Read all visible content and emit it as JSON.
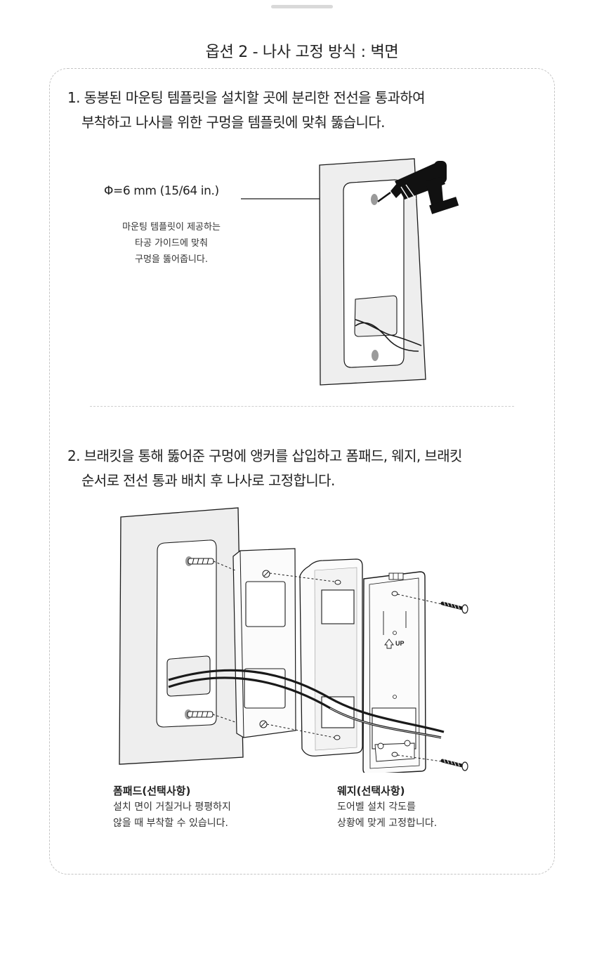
{
  "page": {
    "title": "옵션 2 - 나사 고정 방식 : 벽면"
  },
  "step1": {
    "line1": "1. 동봉된 마운팅 템플릿을 설치할 곳에 분리한 전선을 통과하여",
    "line2": "부착하고 나사를 위한 구멍을 템플릿에 맞춰 뚫습니다.",
    "diameter_label": "Φ=6 mm (15/64 in.)",
    "guide": [
      "마운팅 템플릿이 제공하는",
      "타공 가이드에 맞춰",
      "구멍을 뚫어줍니다."
    ]
  },
  "step2": {
    "line1": "2. 브래킷을 통해 뚫어준 구멍에 앵커를 삽입하고 폼패드, 웨지, 브래킷",
    "line2": "순서로 전선 통과 배치 후 나사로 고정합니다.",
    "up_label": "UP",
    "foam_pad": {
      "title": "폼패드(선택사항)",
      "desc": [
        "설치 면이 거칠거나 평평하지",
        "않을 때 부착할 수 있습니다."
      ]
    },
    "wedge": {
      "title": "웨지(선택사항)",
      "desc": [
        "도어벨 설치 각도를",
        "상황에 맞게 고정합니다."
      ]
    }
  },
  "colors": {
    "text": "#222222",
    "line": "#1a1a1a",
    "wall": "#eeeeee",
    "hole": "#9a9a9a",
    "drill": "#111111"
  }
}
